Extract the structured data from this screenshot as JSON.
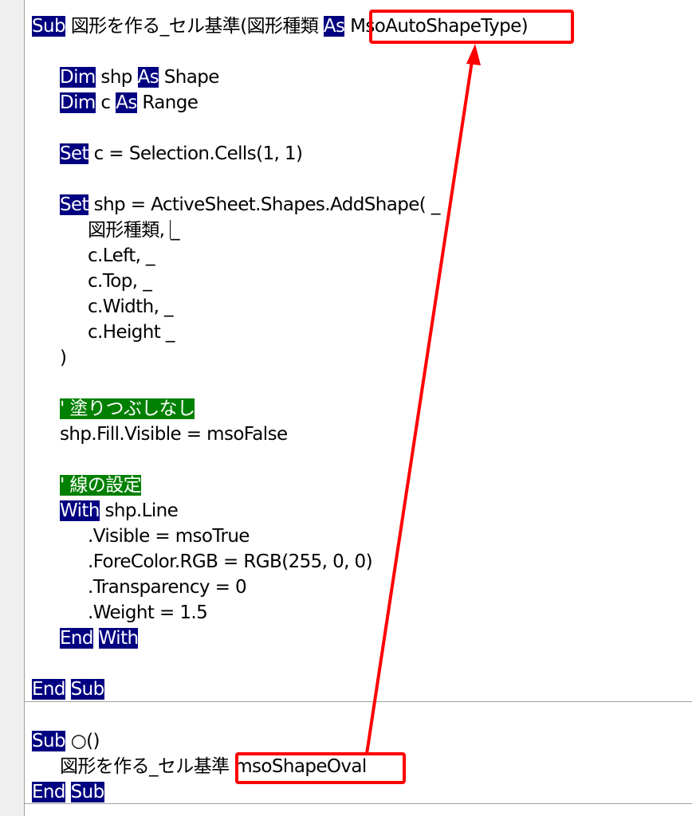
{
  "procedures": [
    {
      "lines": [
        {
          "indent": 0,
          "tokens": [
            {
              "t": "Sub",
              "k": "kw"
            },
            {
              "t": " 図形を作る_セル基準(図形種類 "
            },
            {
              "t": "As",
              "k": "kw"
            },
            {
              "t": " MsoAutoShapeType)"
            }
          ]
        },
        {
          "indent": 0,
          "tokens": []
        },
        {
          "indent": 1,
          "tokens": [
            {
              "t": "Dim",
              "k": "kw"
            },
            {
              "t": " shp "
            },
            {
              "t": "As",
              "k": "kw"
            },
            {
              "t": " Shape"
            }
          ]
        },
        {
          "indent": 1,
          "tokens": [
            {
              "t": "Dim",
              "k": "kw"
            },
            {
              "t": " c "
            },
            {
              "t": "As",
              "k": "kw"
            },
            {
              "t": " Range"
            }
          ]
        },
        {
          "indent": 0,
          "tokens": []
        },
        {
          "indent": 1,
          "tokens": [
            {
              "t": "Set",
              "k": "kw"
            },
            {
              "t": " c = Selection.Cells(1, 1)"
            }
          ]
        },
        {
          "indent": 0,
          "tokens": []
        },
        {
          "indent": 1,
          "tokens": [
            {
              "t": "Set",
              "k": "kw"
            },
            {
              "t": " shp = ActiveSheet.Shapes.AddShape( _"
            }
          ]
        },
        {
          "indent": 2,
          "tokens": [
            {
              "t": "図形種類, "
            },
            {
              "t": "",
              "k": "caret"
            },
            {
              "t": "_"
            }
          ]
        },
        {
          "indent": 2,
          "tokens": [
            {
              "t": "c.Left, _"
            }
          ]
        },
        {
          "indent": 2,
          "tokens": [
            {
              "t": "c.Top, _"
            }
          ]
        },
        {
          "indent": 2,
          "tokens": [
            {
              "t": "c.Width, _"
            }
          ]
        },
        {
          "indent": 2,
          "tokens": [
            {
              "t": "c.Height _"
            }
          ]
        },
        {
          "indent": 1,
          "tokens": [
            {
              "t": ")"
            }
          ]
        },
        {
          "indent": 0,
          "tokens": []
        },
        {
          "indent": 1,
          "tokens": [
            {
              "t": "' 塗りつぶしなし",
              "k": "cm"
            }
          ]
        },
        {
          "indent": 1,
          "tokens": [
            {
              "t": "shp.Fill.Visible = msoFalse"
            }
          ]
        },
        {
          "indent": 0,
          "tokens": []
        },
        {
          "indent": 1,
          "tokens": [
            {
              "t": "' 線の設定",
              "k": "cm"
            }
          ]
        },
        {
          "indent": 1,
          "tokens": [
            {
              "t": "With",
              "k": "kw"
            },
            {
              "t": " shp.Line"
            }
          ]
        },
        {
          "indent": 2,
          "tokens": [
            {
              "t": ".Visible = msoTrue"
            }
          ]
        },
        {
          "indent": 2,
          "tokens": [
            {
              "t": ".ForeColor.RGB = RGB(255, 0, 0)"
            }
          ]
        },
        {
          "indent": 2,
          "tokens": [
            {
              "t": ".Transparency = 0"
            }
          ]
        },
        {
          "indent": 2,
          "tokens": [
            {
              "t": ".Weight = 1.5"
            }
          ]
        },
        {
          "indent": 1,
          "tokens": [
            {
              "t": "End",
              "k": "kw"
            },
            {
              "t": " "
            },
            {
              "t": "With",
              "k": "kw"
            }
          ]
        },
        {
          "indent": 0,
          "tokens": []
        },
        {
          "indent": 0,
          "tokens": [
            {
              "t": "End",
              "k": "kw"
            },
            {
              "t": " "
            },
            {
              "t": "Sub",
              "k": "kw"
            }
          ]
        }
      ]
    },
    {
      "lines": [
        {
          "indent": 0,
          "tokens": [
            {
              "t": "Sub",
              "k": "kw"
            },
            {
              "t": " ○()"
            }
          ]
        },
        {
          "indent": 1,
          "tokens": [
            {
              "t": "図形を作る_セル基準 msoShapeOval"
            }
          ]
        },
        {
          "indent": 0,
          "tokens": [
            {
              "t": "End",
              "k": "kw"
            },
            {
              "t": " "
            },
            {
              "t": "Sub",
              "k": "kw"
            }
          ]
        }
      ]
    }
  ],
  "annotation": {
    "color": "#ff0000"
  }
}
